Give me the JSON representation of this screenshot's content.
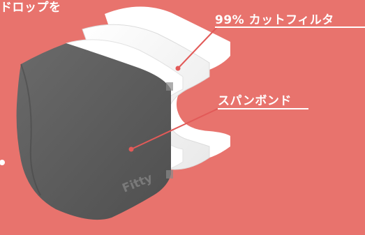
{
  "labels": {
    "top_left": "ドロップを",
    "filter": "99% カットフィルタ",
    "spunbond": "スパンボンド"
  },
  "brand": {
    "mask_logo": "Fitty"
  },
  "colors": {
    "background": "#e8736d",
    "mask_outer": "#5c5c5c",
    "layer_white": "#ffffff",
    "connector": "#e25a58"
  }
}
